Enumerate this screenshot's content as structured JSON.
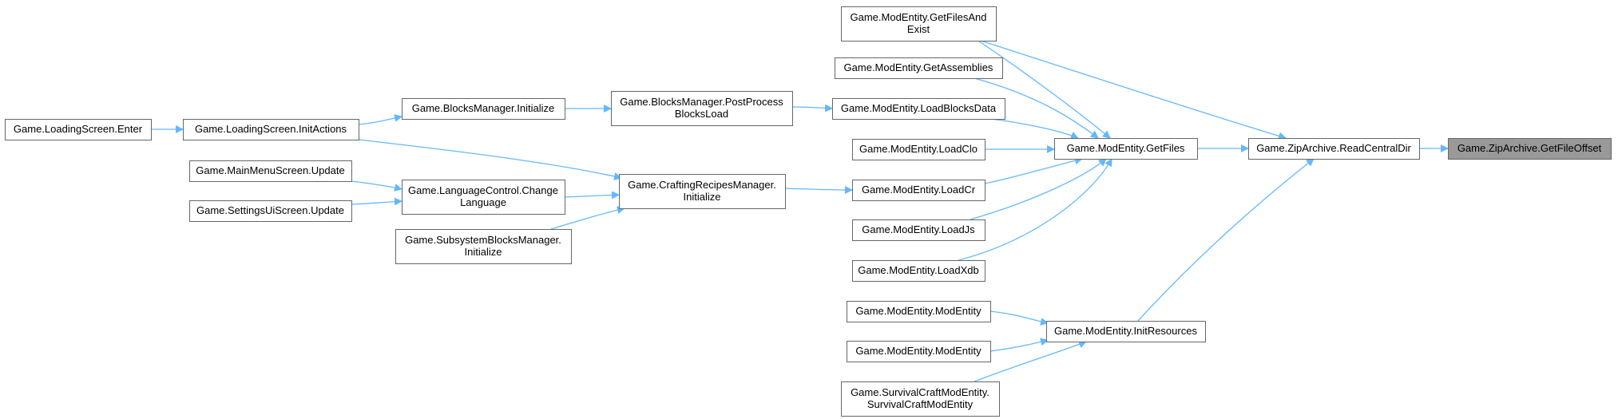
{
  "graph": {
    "type": "caller-graph",
    "colors": {
      "edge": "#63b8ff",
      "node_border": "#666666",
      "focus_fill": "#999999",
      "node_fill": "#ffffff"
    },
    "nodes": [
      {
        "id": "getfileoffset",
        "lines": [
          "Game.ZipArchive.GetFileOffset"
        ],
        "focus": true
      },
      {
        "id": "readcentraldir",
        "lines": [
          "Game.ZipArchive.ReadCentralDir"
        ]
      },
      {
        "id": "getfiles",
        "lines": [
          "Game.ModEntity.GetFiles"
        ]
      },
      {
        "id": "initresources",
        "lines": [
          "Game.ModEntity.InitResources"
        ]
      },
      {
        "id": "getfilesandexist",
        "lines": [
          "Game.ModEntity.GetFilesAnd",
          "Exist"
        ]
      },
      {
        "id": "getassemblies",
        "lines": [
          "Game.ModEntity.GetAssemblies"
        ]
      },
      {
        "id": "loadblocksdata",
        "lines": [
          "Game.ModEntity.LoadBlocksData"
        ]
      },
      {
        "id": "loadclo",
        "lines": [
          "Game.ModEntity.LoadClo"
        ]
      },
      {
        "id": "loadcr",
        "lines": [
          "Game.ModEntity.LoadCr"
        ]
      },
      {
        "id": "loadjs",
        "lines": [
          "Game.ModEntity.LoadJs"
        ]
      },
      {
        "id": "loadxdb",
        "lines": [
          "Game.ModEntity.LoadXdb"
        ]
      },
      {
        "id": "modentity1",
        "lines": [
          "Game.ModEntity.ModEntity"
        ]
      },
      {
        "id": "modentity2",
        "lines": [
          "Game.ModEntity.ModEntity"
        ]
      },
      {
        "id": "survivalcraft",
        "lines": [
          "Game.SurvivalCraftModEntity.",
          "SurvivalCraftModEntity"
        ]
      },
      {
        "id": "postprocess",
        "lines": [
          "Game.BlocksManager.PostProcess",
          "BlocksLoad"
        ]
      },
      {
        "id": "craftingrecipes",
        "lines": [
          "Game.CraftingRecipesManager.",
          "Initialize"
        ]
      },
      {
        "id": "blocksmanagerinit",
        "lines": [
          "Game.BlocksManager.Initialize"
        ]
      },
      {
        "id": "languagecontrol",
        "lines": [
          "Game.LanguageControl.Change",
          "Language"
        ]
      },
      {
        "id": "subsystemblocks",
        "lines": [
          "Game.SubsystemBlocksManager.",
          "Initialize"
        ]
      },
      {
        "id": "initactions",
        "lines": [
          "Game.LoadingScreen.InitActions"
        ]
      },
      {
        "id": "mainmenuupdate",
        "lines": [
          "Game.MainMenuScreen.Update"
        ]
      },
      {
        "id": "settingsupdate",
        "lines": [
          "Game.SettingsUiScreen.Update"
        ]
      },
      {
        "id": "loadingenter",
        "lines": [
          "Game.LoadingScreen.Enter"
        ]
      }
    ],
    "edges": [
      {
        "from": "readcentraldir",
        "to": "getfileoffset"
      },
      {
        "from": "getfiles",
        "to": "readcentraldir"
      },
      {
        "from": "getfilesandexist",
        "to": "readcentraldir"
      },
      {
        "from": "initresources",
        "to": "readcentraldir"
      },
      {
        "from": "getfilesandexist",
        "to": "getfiles"
      },
      {
        "from": "getassemblies",
        "to": "getfiles"
      },
      {
        "from": "loadblocksdata",
        "to": "getfiles"
      },
      {
        "from": "loadclo",
        "to": "getfiles"
      },
      {
        "from": "loadcr",
        "to": "getfiles"
      },
      {
        "from": "loadjs",
        "to": "getfiles"
      },
      {
        "from": "loadxdb",
        "to": "getfiles"
      },
      {
        "from": "modentity1",
        "to": "initresources"
      },
      {
        "from": "modentity2",
        "to": "initresources"
      },
      {
        "from": "survivalcraft",
        "to": "initresources"
      },
      {
        "from": "postprocess",
        "to": "loadblocksdata"
      },
      {
        "from": "craftingrecipes",
        "to": "loadcr"
      },
      {
        "from": "blocksmanagerinit",
        "to": "postprocess"
      },
      {
        "from": "initactions",
        "to": "blocksmanagerinit"
      },
      {
        "from": "initactions",
        "to": "craftingrecipes"
      },
      {
        "from": "languagecontrol",
        "to": "craftingrecipes"
      },
      {
        "from": "subsystemblocks",
        "to": "craftingrecipes"
      },
      {
        "from": "loadingenter",
        "to": "initactions"
      },
      {
        "from": "mainmenuupdate",
        "to": "languagecontrol"
      },
      {
        "from": "settingsupdate",
        "to": "languagecontrol"
      }
    ]
  }
}
